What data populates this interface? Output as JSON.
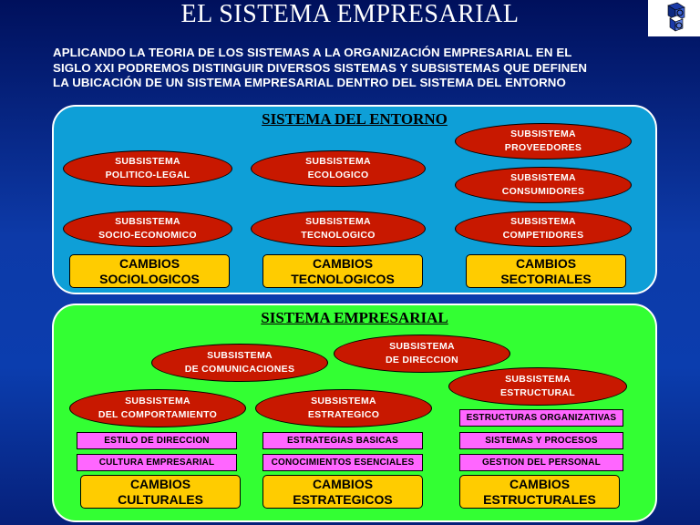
{
  "title": "EL SISTEMA EMPRESARIAL",
  "intro": {
    "line1": "APLICANDO  LA TEORIA DE LOS SISTEMAS A LA ORGANIZACIÓN EMPRESARIAL EN EL",
    "line2": "SIGLO XXI PODREMOS DISTINGUIR DIVERSOS SISTEMAS Y SUBSISTEMAS QUE DEFINEN",
    "line3": "LA UBICACIÓN DE UN SISTEMA EMPRESARIAL DENTRO DEL SISTEMA DEL ENTORNO"
  },
  "colors": {
    "background": "#0b3dae",
    "entorno_panel": "#0e9fd7",
    "empresarial_panel": "#33ff33",
    "subsystem_ellipse": "#c81800",
    "cambios_box": "#ffcc00",
    "element_box": "#ff66ff"
  },
  "logo": {
    "icon": "cube-logo-icon"
  },
  "entorno": {
    "title": "SISTEMA DEL ENTORNO",
    "subsystems": [
      {
        "line1": "SUBSISTEMA",
        "line2": "POLITICO-LEGAL"
      },
      {
        "line1": "SUBSISTEMA",
        "line2": "ECOLOGICO"
      },
      {
        "line1": "SUBSISTEMA",
        "line2": "PROVEEDORES"
      },
      {
        "line1": "SUBSISTEMA",
        "line2": "CONSUMIDORES"
      },
      {
        "line1": "SUBSISTEMA",
        "line2": "SOCIO-ECONOMICO"
      },
      {
        "line1": "SUBSISTEMA",
        "line2": "TECNOLOGICO"
      },
      {
        "line1": "SUBSISTEMA",
        "line2": "COMPETIDORES"
      }
    ],
    "cambios": [
      {
        "line1": "CAMBIOS",
        "line2": "SOCIOLOGICOS"
      },
      {
        "line1": "CAMBIOS",
        "line2": "TECNOLOGICOS"
      },
      {
        "line1": "CAMBIOS",
        "line2": "SECTORIALES"
      }
    ]
  },
  "empresarial": {
    "title": "SISTEMA EMPRESARIAL",
    "subsystems": [
      {
        "line1": "SUBSISTEMA",
        "line2": "DE COMUNICACIONES"
      },
      {
        "line1": "SUBSISTEMA",
        "line2": "DE DIRECCION"
      },
      {
        "line1": "SUBSISTEMA",
        "line2": "ESTRUCTURAL"
      },
      {
        "line1": "SUBSISTEMA",
        "line2": "DEL COMPORTAMIENTO"
      },
      {
        "line1": "SUBSISTEMA",
        "line2": "ESTRATEGICO"
      }
    ],
    "elements": [
      "ESTRUCTURAS ORGANIZATIVAS",
      "ESTILO DE DIRECCION",
      "ESTRATEGIAS BASICAS",
      "SISTEMAS Y PROCESOS",
      "CULTURA EMPRESARIAL",
      "CONOCIMIENTOS ESENCIALES",
      "GESTION DEL PERSONAL"
    ],
    "cambios": [
      {
        "line1": "CAMBIOS",
        "line2": "CULTURALES"
      },
      {
        "line1": "CAMBIOS",
        "line2": "ESTRATEGICOS"
      },
      {
        "line1": "CAMBIOS",
        "line2": "ESTRUCTURALES"
      }
    ]
  }
}
